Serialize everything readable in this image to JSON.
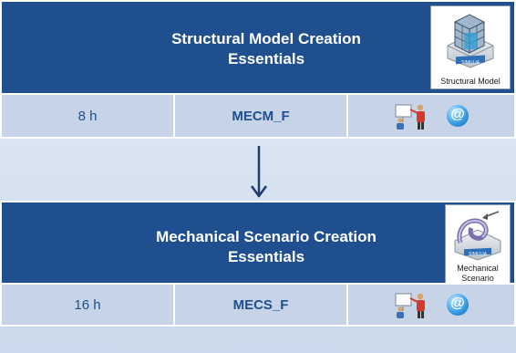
{
  "courses": [
    {
      "title_line1": "Structural Model Creation",
      "title_line2": "Essentials",
      "tile_brand": "SIMULIA",
      "tile_caption_line1": "Structural Model",
      "tile_caption_line2": "",
      "duration": "8 h",
      "code": "MECM_F",
      "format_icons": [
        "classroom-instructor-icon",
        "online-at-icon"
      ]
    },
    {
      "title_line1": "Mechanical Scenario Creation",
      "title_line2": "Essentials",
      "tile_brand": "SIMULIA",
      "tile_caption_line1": "Mechanical",
      "tile_caption_line2": "Scenario",
      "duration": "16 h",
      "code": "MECS_F",
      "format_icons": [
        "classroom-instructor-icon",
        "online-at-icon"
      ]
    }
  ],
  "at_symbol": "@",
  "colors": {
    "header_blue": "#1f4f8f",
    "row_fill": "#c7d4e7",
    "text_blue": "#1f4f8f",
    "arrow": "#1f3e6e"
  }
}
